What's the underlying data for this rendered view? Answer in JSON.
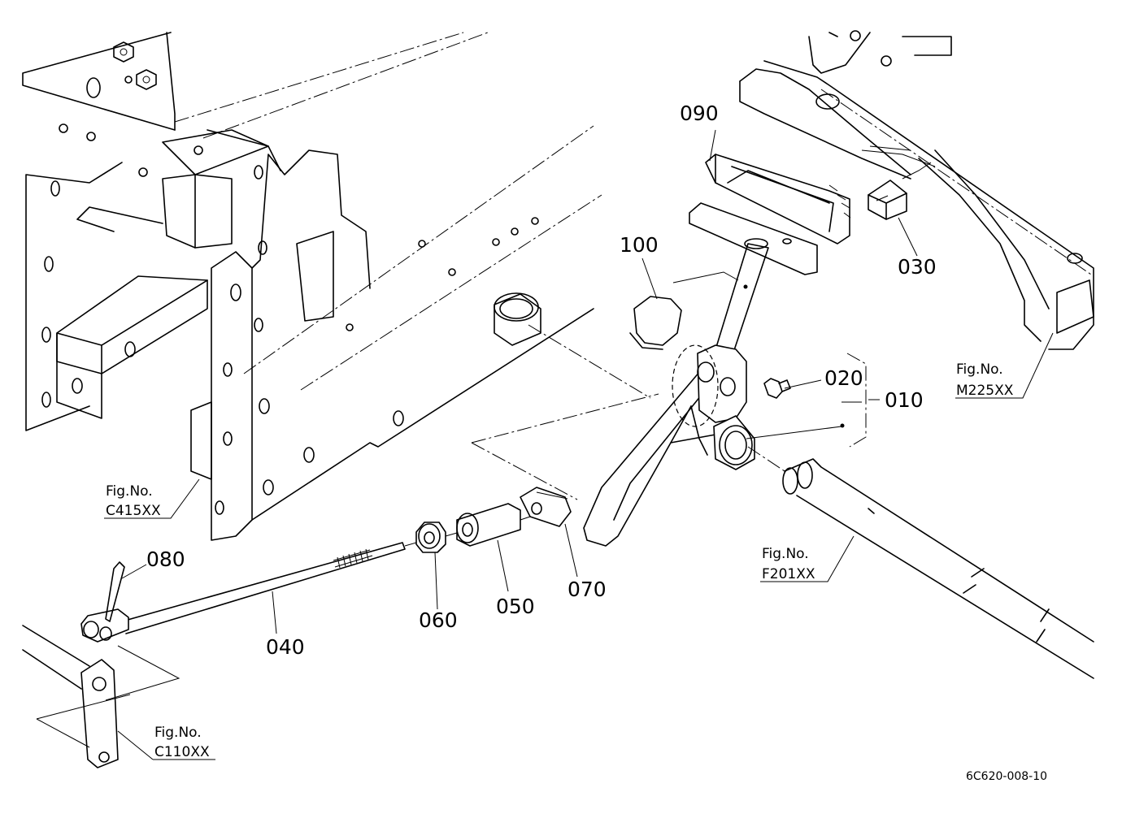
{
  "parts": {
    "p010": "010",
    "p020": "020",
    "p030": "030",
    "p040": "040",
    "p050": "050",
    "p060": "060",
    "p070": "070",
    "p080": "080",
    "p090": "090",
    "p100": "100"
  },
  "figure_refs": {
    "c415": {
      "label": "Fig.No.",
      "code": "C415XX"
    },
    "m225": {
      "label": "Fig.No.",
      "code": "M225XX"
    },
    "f201": {
      "label": "Fig.No.",
      "code": "F201XX"
    },
    "c110": {
      "label": "Fig.No.",
      "code": "C110XX"
    }
  },
  "drawing_code": "6C620-008-10"
}
